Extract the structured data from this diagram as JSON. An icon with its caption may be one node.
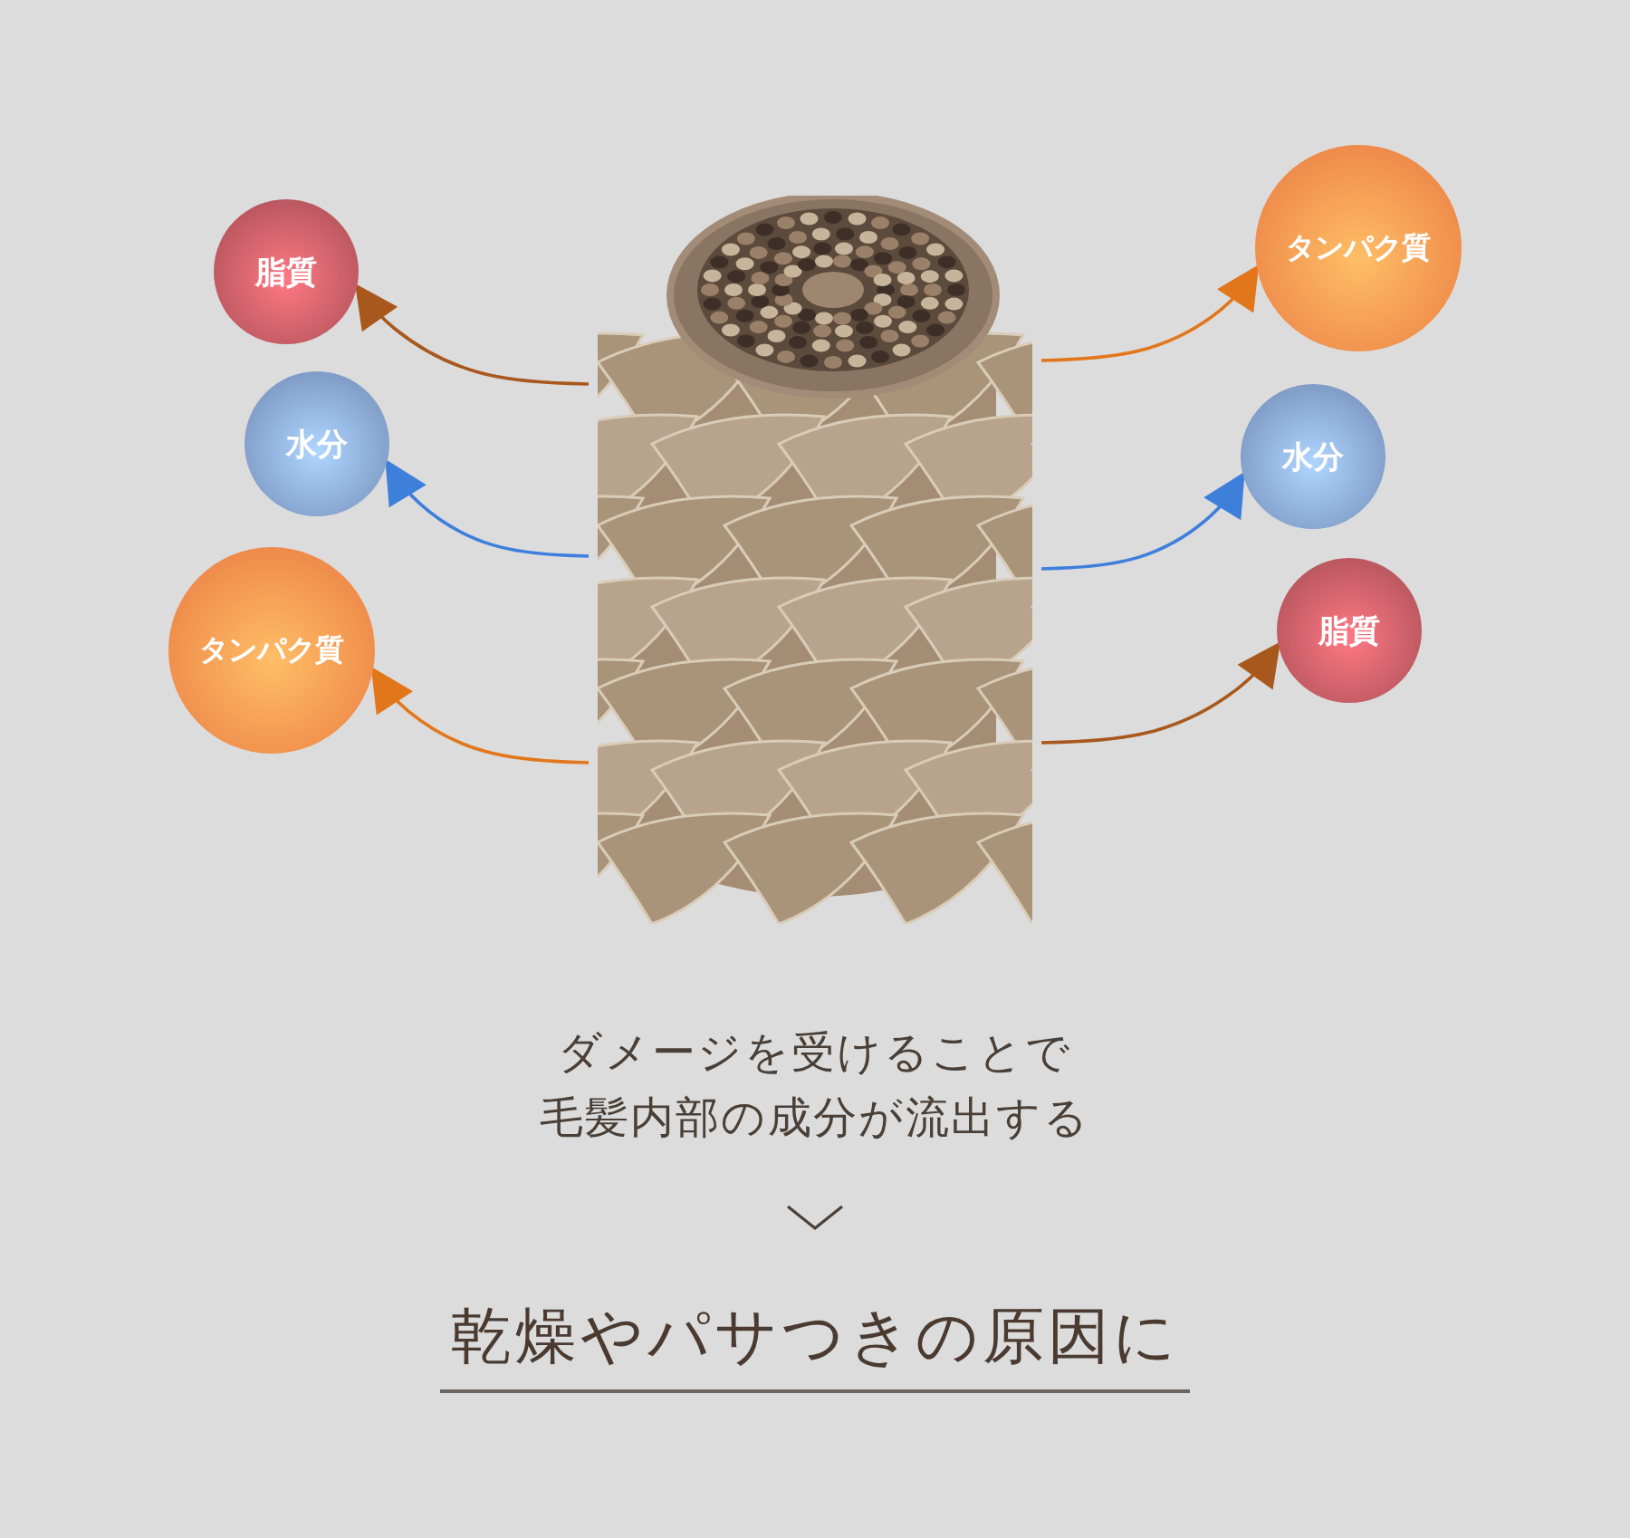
{
  "diagram": {
    "nodes": [
      {
        "text": [],
        "shape": "picture"
      },
      {
        "text": [
          "脂質"
        ]
      },
      {
        "text": [
          "水分"
        ]
      },
      {
        "text": [
          "タンパク質"
        ]
      },
      {
        "text": [
          "タンパク質"
        ]
      },
      {
        "text": [
          "水分"
        ]
      },
      {
        "text": [
          "脂質"
        ]
      },
      {
        "text": [
          "ダメージを受けることで毛髪内部の成分が流出する"
        ]
      },
      {
        "text": [
          "乾燥やパサつきの原因に"
        ]
      }
    ],
    "edges": [
      {
        "from": 0,
        "to": 1,
        "arrow": "to",
        "color": "#a8581c"
      },
      {
        "from": 0,
        "to": 2,
        "arrow": "to",
        "color": "#3f7fdc"
      },
      {
        "from": 0,
        "to": 3,
        "arrow": "to",
        "color": "#e2761a"
      },
      {
        "from": 0,
        "to": 4,
        "arrow": "to",
        "color": "#e2761a"
      },
      {
        "from": 0,
        "to": 5,
        "arrow": "to",
        "color": "#3f7fdc"
      },
      {
        "from": 0,
        "to": 6,
        "arrow": "to",
        "color": "#a8581c"
      },
      {
        "from": 7,
        "to": 8,
        "arrow": "to",
        "color": "#4a3f36"
      }
    ]
  }
}
